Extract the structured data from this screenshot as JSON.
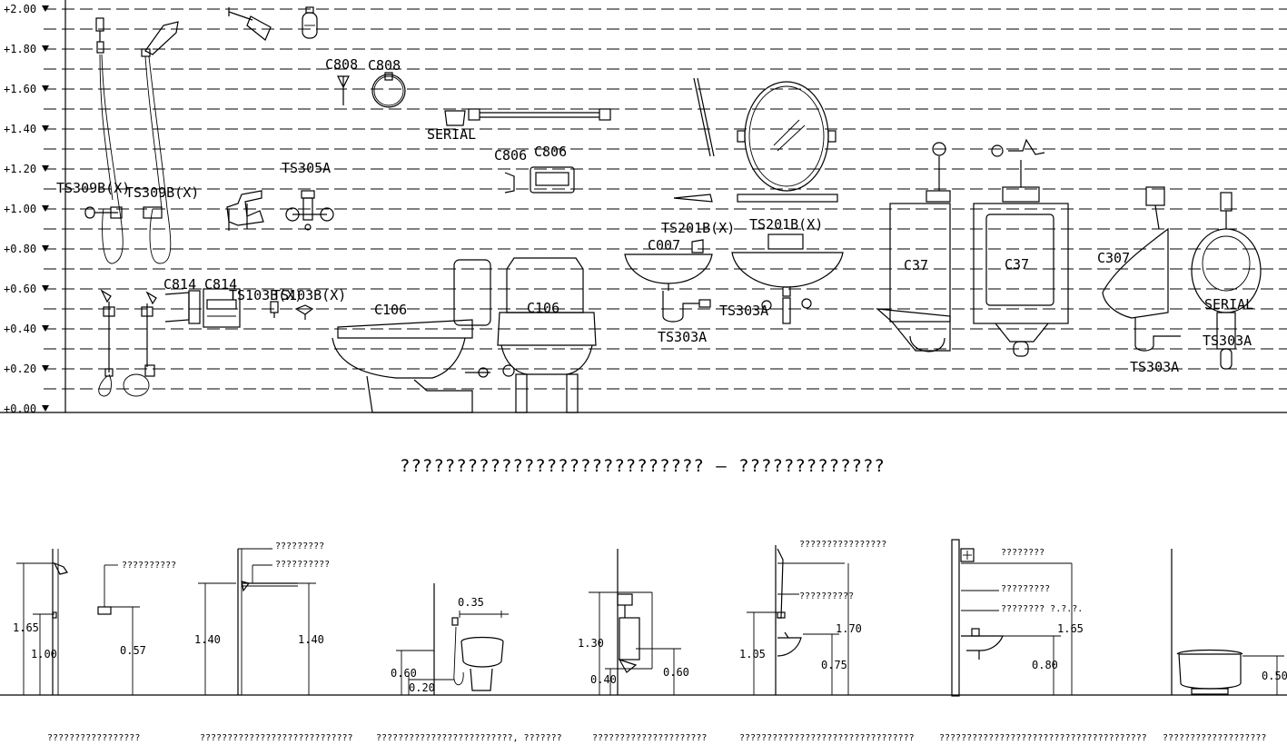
{
  "elevation_scale": {
    "levels": [
      "+2.00",
      "+1.80",
      "+1.60",
      "+1.40",
      "+1.20",
      "+1.00",
      "+0.80",
      "+0.60",
      "+0.40",
      "+0.20",
      "+0.00"
    ]
  },
  "fixture_labels": {
    "ts309b_1": "TS309B(X)",
    "ts309b_2": "TS309B(X)",
    "ts305a": "TS305A",
    "c808_1": "C808",
    "c808_2": "C808",
    "serial_1": "SERIAL",
    "c806_1": "C806",
    "c806_2": "C806",
    "c814_1": "C814",
    "c814_2": "C814",
    "ts103b_1": "TS103B(X)",
    "ts103b_2": "TS103B(X)",
    "c106_1": "C106",
    "c106_2": "C106",
    "c007": "C007",
    "ts201b_1": "TS201B(X)",
    "ts201b_2": "TS201B(X)",
    "ts303a_1": "TS303A",
    "ts303a_2": "TS303A",
    "c37_1": "C37",
    "c37_2": "C37",
    "c307": "C307",
    "serial_2": "SERIAL",
    "ts303a_3": "TS303A",
    "ts303a_4": "TS303A"
  },
  "main_title": "??????????????????????????? — ?????????????",
  "sections": [
    {
      "caption": "?????????????????",
      "notes": [
        "??????????"
      ],
      "dims": [
        "1.65",
        "1.00",
        "0.57"
      ]
    },
    {
      "caption": "????????????????????????????",
      "notes": [
        "?????????",
        "??????????"
      ],
      "dims": [
        "1.40",
        "1.40"
      ]
    },
    {
      "caption": "?????????????????????????, ???????",
      "notes": [],
      "dims": [
        "0.35",
        "0.60",
        "0.20"
      ]
    },
    {
      "caption": "?????????????????????",
      "notes": [],
      "dims": [
        "1.30",
        "0.40",
        "0.60"
      ]
    },
    {
      "caption": "????????????????????????????????",
      "notes": [
        "????????????????",
        "??????????"
      ],
      "dims": [
        "1.70",
        "1.05",
        "0.75"
      ]
    },
    {
      "caption": "??????????????????????????????????????",
      "notes": [
        "????????",
        "?????????",
        "???????? ?.?.?."
      ],
      "dims": [
        "1.65",
        "0.80"
      ]
    },
    {
      "caption": "???????????????????",
      "notes": [],
      "dims": [
        "0.50"
      ]
    }
  ]
}
